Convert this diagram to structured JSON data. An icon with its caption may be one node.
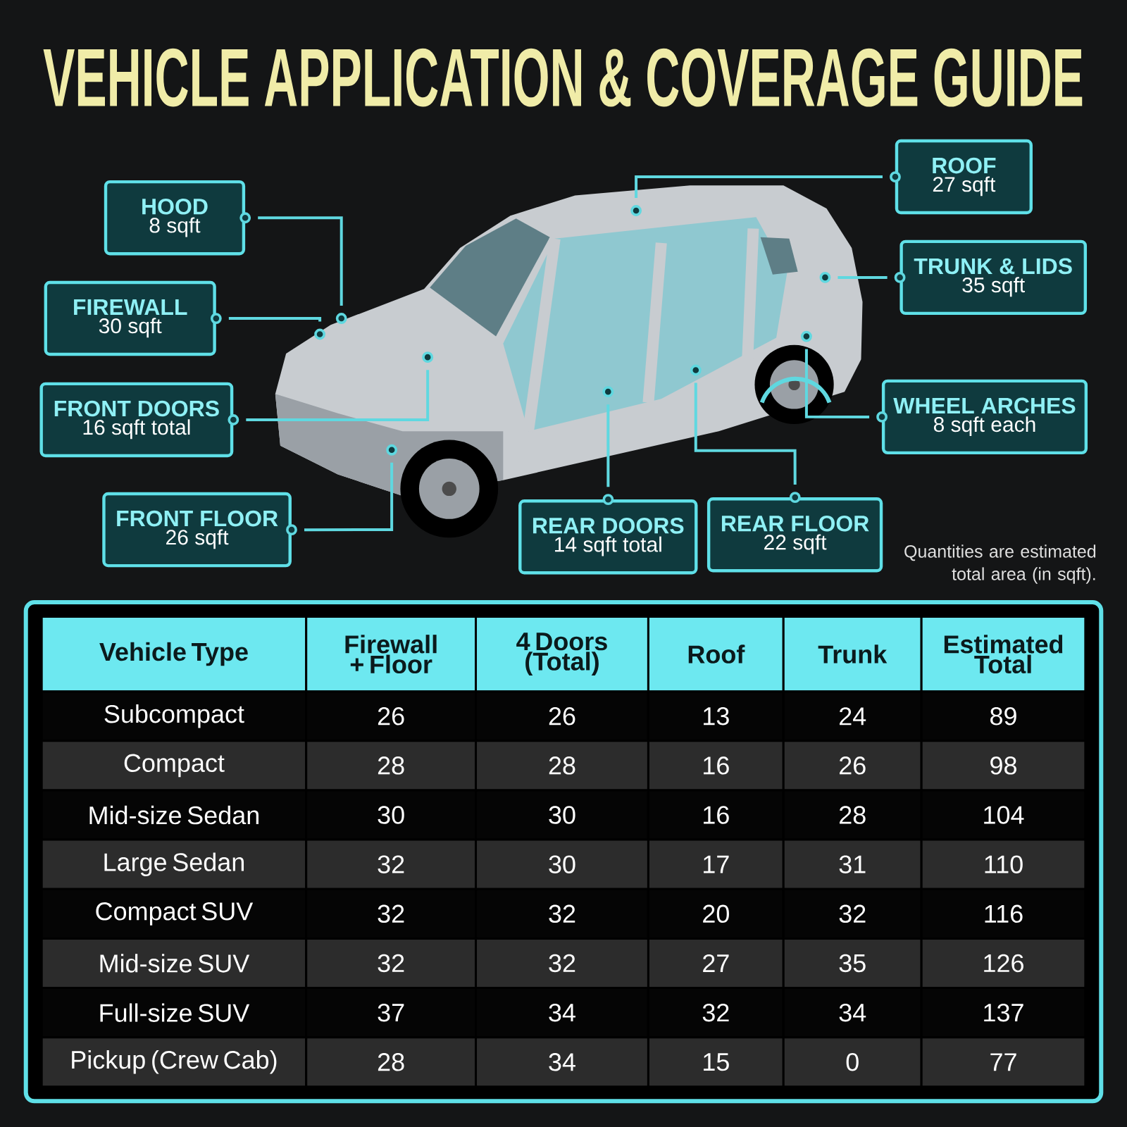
{
  "diagram": {
    "title": "VEHICLE APPLICATION & COVERAGE GUIDE",
    "nodes": [
      {
        "text": [
          "HOOD",
          "8 sqft"
        ]
      },
      {
        "text": [
          "ROOF",
          "27 sqft"
        ]
      },
      {
        "text": [
          "TRUNK & LIDS",
          "35 sqft"
        ]
      },
      {
        "text": [
          "FIREWALL",
          "30 sqft"
        ]
      },
      {
        "text": [
          "FRONT DOORS",
          "16 sqft total"
        ]
      },
      {
        "text": [
          "WHEEL ARCHES",
          "8 sqft each"
        ]
      },
      {
        "text": [
          "FRONT FLOOR",
          "26 sqft"
        ]
      },
      {
        "text": [
          "REAR DOORS",
          "14 sqft total"
        ]
      },
      {
        "text": [
          "REAR FLOOR",
          "22 sqft"
        ]
      }
    ],
    "edges": [
      {
        "from": 0,
        "to": null,
        "arrow": "none"
      },
      {
        "from": 1,
        "to": null,
        "arrow": "none"
      },
      {
        "from": 2,
        "to": null,
        "arrow": "none"
      },
      {
        "from": 3,
        "to": null,
        "arrow": "none"
      },
      {
        "from": 4,
        "to": null,
        "arrow": "none"
      },
      {
        "from": 5,
        "to": null,
        "arrow": "none"
      },
      {
        "from": 6,
        "to": null,
        "arrow": "none"
      },
      {
        "from": 7,
        "to": null,
        "arrow": "none"
      },
      {
        "from": 8,
        "to": null,
        "arrow": "none"
      }
    ],
    "labels": [
      "Quantities are estimated total area (in sqft).",
      "Vehicle Type",
      "Firewall + Floor",
      "4 Doors (Total)",
      "Roof",
      "Trunk",
      "Estimated Total",
      "Subcompact",
      "26",
      "26",
      "13",
      "24",
      "89",
      "Compact",
      "28",
      "28",
      "16",
      "26",
      "98",
      "Mid-size Sedan",
      "30",
      "30",
      "16",
      "28",
      "104",
      "Large Sedan",
      "32",
      "30",
      "17",
      "31",
      "110",
      "Compact SUV",
      "32",
      "32",
      "20",
      "32",
      "116",
      "Mid-size SUV",
      "32",
      "32",
      "27",
      "35",
      "126",
      "Full-size SUV",
      "37",
      "34",
      "32",
      "34",
      "137",
      "Pickup (Crew Cab)",
      "28",
      "34",
      "15",
      "0",
      "77"
    ]
  }
}
